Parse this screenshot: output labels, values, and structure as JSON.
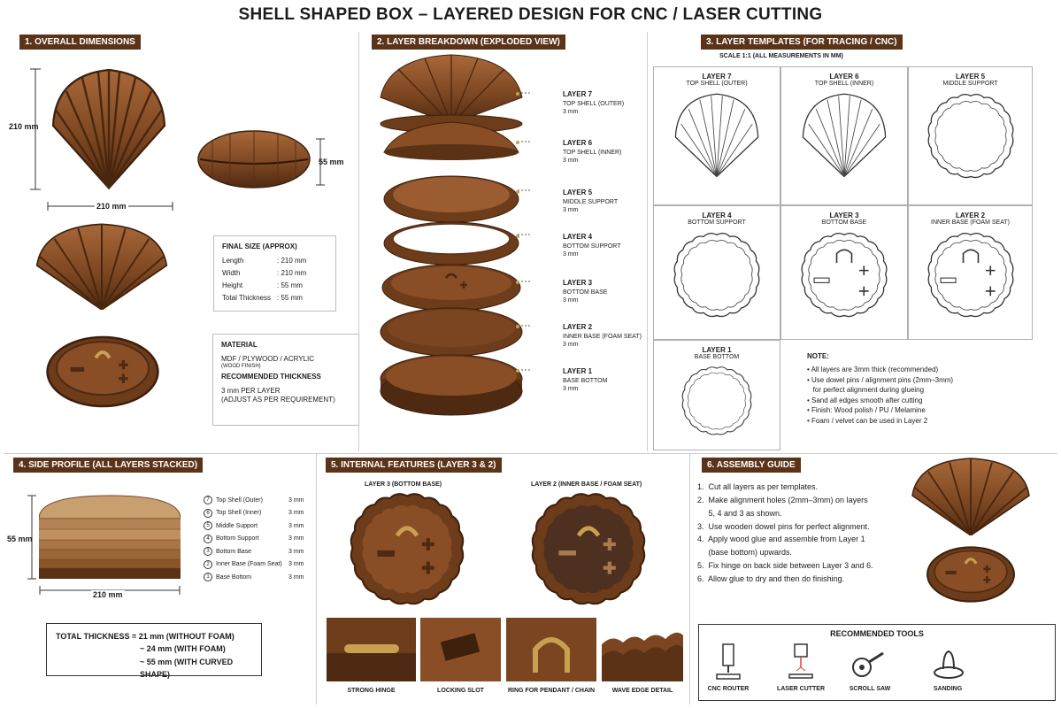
{
  "title": "SHELL SHAPED BOX – LAYERED DESIGN FOR CNC / LASER CUTTING",
  "sections": {
    "overall": "1. OVERALL DIMENSIONS",
    "breakdown": "2. LAYER BREAKDOWN (EXPLODED VIEW)",
    "templates": "3. LAYER TEMPLATES (FOR TRACING / CNC)",
    "side_profile": "4. SIDE PROFILE (ALL LAYERS STACKED)",
    "internal": "5. INTERNAL FEATURES (LAYER 3 & 2)",
    "assembly": "6. ASSEMBLY GUIDE"
  },
  "dimensions": {
    "height": "210 mm",
    "width": "210 mm",
    "side_height": "55 mm"
  },
  "final_size": {
    "title": "FINAL SIZE (APPROX)",
    "rows": [
      {
        "label": "Length",
        "value": ":  210 mm"
      },
      {
        "label": "Width",
        "value": ":  210 mm"
      },
      {
        "label": "Height",
        "value": ":  55 mm"
      },
      {
        "label": "Total Thickness",
        "value": ":  55 mm"
      }
    ]
  },
  "material": {
    "title": "MATERIAL",
    "value": "MDF / PLYWOOD / ACRYLIC",
    "note": "(WOOD FINISH)",
    "thick_title": "RECOMMENDED THICKNESS",
    "thick_1": "3 mm PER LAYER",
    "thick_2": "(ADJUST AS PER REQUIREMENT)"
  },
  "layers": [
    {
      "name": "LAYER 7",
      "line1": "TOP SHELL (OUTER)",
      "line2": "3 mm"
    },
    {
      "name": "LAYER 6",
      "line1": "TOP SHELL (INNER)",
      "line2": "3 mm"
    },
    {
      "name": "LAYER 5",
      "line1": "MIDDLE SUPPORT",
      "line2": "3 mm"
    },
    {
      "name": "LAYER 4",
      "line1": "BOTTOM SUPPORT",
      "line2": "3 mm"
    },
    {
      "name": "LAYER 3",
      "line1": "BOTTOM BASE",
      "line2": "3 mm"
    },
    {
      "name": "LAYER 2",
      "line1": "INNER BASE (FOAM SEAT)",
      "line2": "3 mm"
    },
    {
      "name": "LAYER 1",
      "line1": "BASE BOTTOM",
      "line2": "3 mm"
    }
  ],
  "scale": "SCALE 1:1 (ALL MEASUREMENTS IN MM)",
  "templates": [
    {
      "name": "LAYER 7",
      "sub": "TOP SHELL (OUTER)"
    },
    {
      "name": "LAYER 6",
      "sub": "TOP SHELL (INNER)"
    },
    {
      "name": "LAYER 5",
      "sub": "MIDDLE SUPPORT"
    },
    {
      "name": "LAYER 4",
      "sub": "BOTTOM SUPPORT"
    },
    {
      "name": "LAYER 3",
      "sub": "BOTTOM BASE"
    },
    {
      "name": "LAYER 2",
      "sub": "INNER BASE (FOAM SEAT)"
    },
    {
      "name": "LAYER 1",
      "sub": "BASE BOTTOM"
    }
  ],
  "note": {
    "title": "NOTE:",
    "items": [
      "• All layers are 3mm thick (recommended)",
      "• Use dowel pins / alignment pins (2mm–3mm)",
      "   for perfect alignment during glueing",
      "• Sand all edges smooth after cutting",
      "• Finish: Wood polish / PU / Melamine",
      "• Foam / velvet can be used in Layer 2"
    ]
  },
  "side_profile": {
    "height": "55 mm",
    "width": "210 mm",
    "rows": [
      {
        "num": "7",
        "label": "Top Shell (Outer)",
        "mm": "3 mm"
      },
      {
        "num": "6",
        "label": "Top Shell (Inner)",
        "mm": "3 mm"
      },
      {
        "num": "5",
        "label": "Middle Support",
        "mm": "3 mm"
      },
      {
        "num": "4",
        "label": "Bottom Support",
        "mm": "3 mm"
      },
      {
        "num": "3",
        "label": "Bottom Base",
        "mm": "3 mm"
      },
      {
        "num": "2",
        "label": "Inner Base (Foam Seat)",
        "mm": "3 mm"
      },
      {
        "num": "1",
        "label": "Base Bottom",
        "mm": "3 mm"
      }
    ],
    "total_1": "TOTAL THICKNESS = 21 mm (WITHOUT FOAM)",
    "total_2": "~ 24 mm (WITH FOAM)",
    "total_3": "~ 55 mm (WITH CURVED SHAPE)"
  },
  "internal": {
    "l3": "LAYER 3 (BOTTOM BASE)",
    "l2": "LAYER 2 (INNER BASE / FOAM SEAT)",
    "captions": [
      "STRONG HINGE",
      "LOCKING SLOT",
      "RING FOR PENDANT / CHAIN",
      "WAVE EDGE DETAIL"
    ]
  },
  "assembly": {
    "steps": [
      "1.  Cut all layers as per templates.",
      "2.  Make alignment holes (2mm–3mm) on layers",
      "     5, 4 and 3 as shown.",
      "3.  Use wooden dowel pins for perfect alignment.",
      "4.  Apply wood glue and assemble from Layer 1",
      "     (base bottom) upwards.",
      "5.  Fix hinge on back side between Layer 3 and 6.",
      "6.  Allow glue to dry and then do finishing."
    ],
    "tools_title": "RECOMMENDED TOOLS",
    "tools": [
      "CNC ROUTER",
      "LASER CUTTER",
      "SCROLL SAW",
      "SANDING"
    ]
  },
  "colors": {
    "wood": "#7a4520",
    "wood_dark": "#4e2a12",
    "wood_light": "#a8683a",
    "header": "#5a3319"
  }
}
